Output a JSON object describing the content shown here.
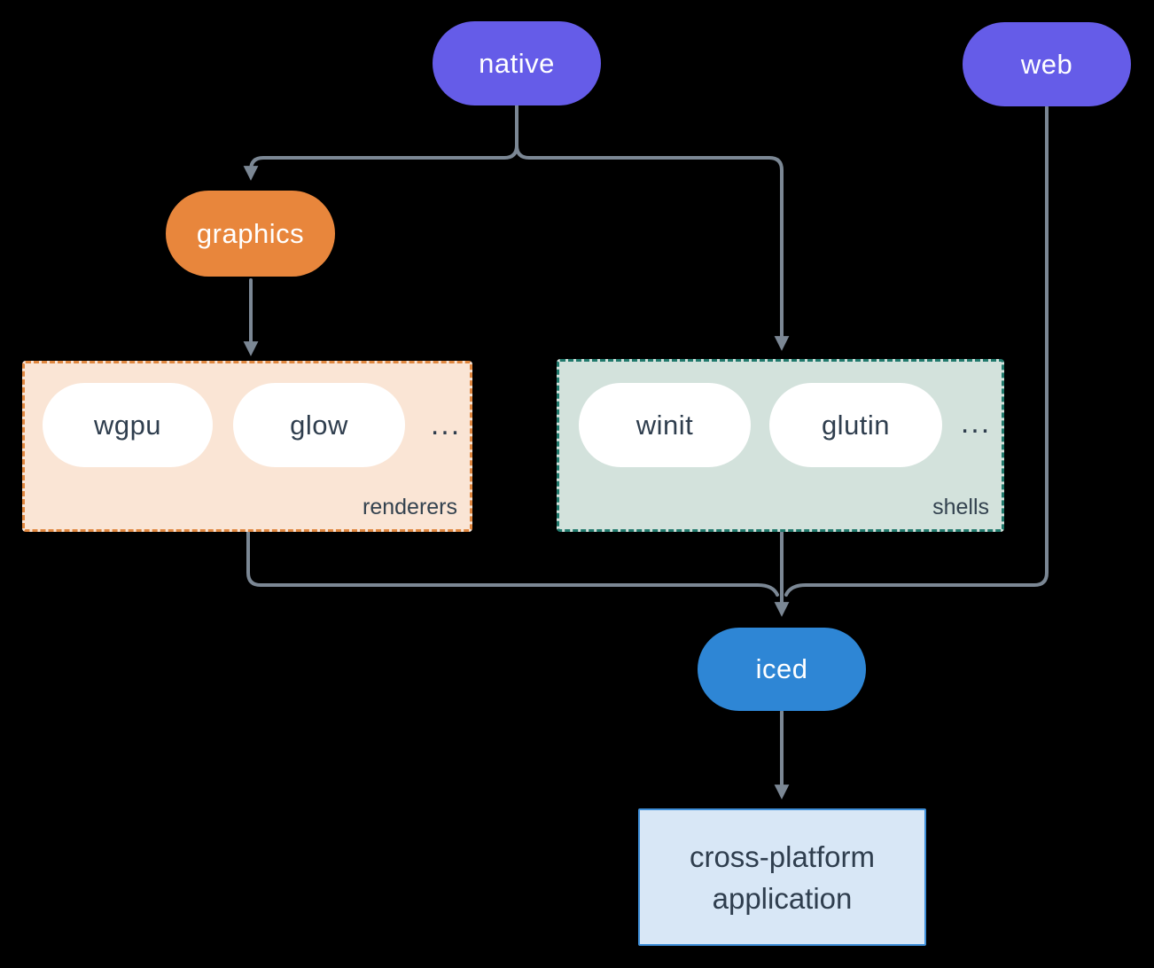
{
  "nodes": {
    "native": {
      "label": "native"
    },
    "web": {
      "label": "web"
    },
    "graphics": {
      "label": "graphics"
    },
    "iced": {
      "label": "iced"
    },
    "application": {
      "line1": "cross-platform",
      "line2": "application"
    }
  },
  "groups": {
    "renderers": {
      "label": "renderers",
      "items": [
        "wgpu",
        "glow",
        "..."
      ]
    },
    "shells": {
      "label": "shells",
      "items": [
        "winit",
        "glutin",
        "..."
      ]
    }
  },
  "colors": {
    "background": "#000000",
    "edge": "#7b8794",
    "native_pill": "#655ce8",
    "web_pill": "#655ce8",
    "graphics_pill": "#e8863c",
    "iced_pill": "#2e86d5",
    "inner_pill": "#ffffff",
    "dark_text": "#2f3e4e",
    "renderers_bg": "#fae5d5",
    "renderers_border": "#e0873f",
    "shells_bg": "#d3e2dc",
    "shells_border": "#20796c",
    "application_bg": "#d8e7f6",
    "application_border": "#3f8fd9"
  }
}
